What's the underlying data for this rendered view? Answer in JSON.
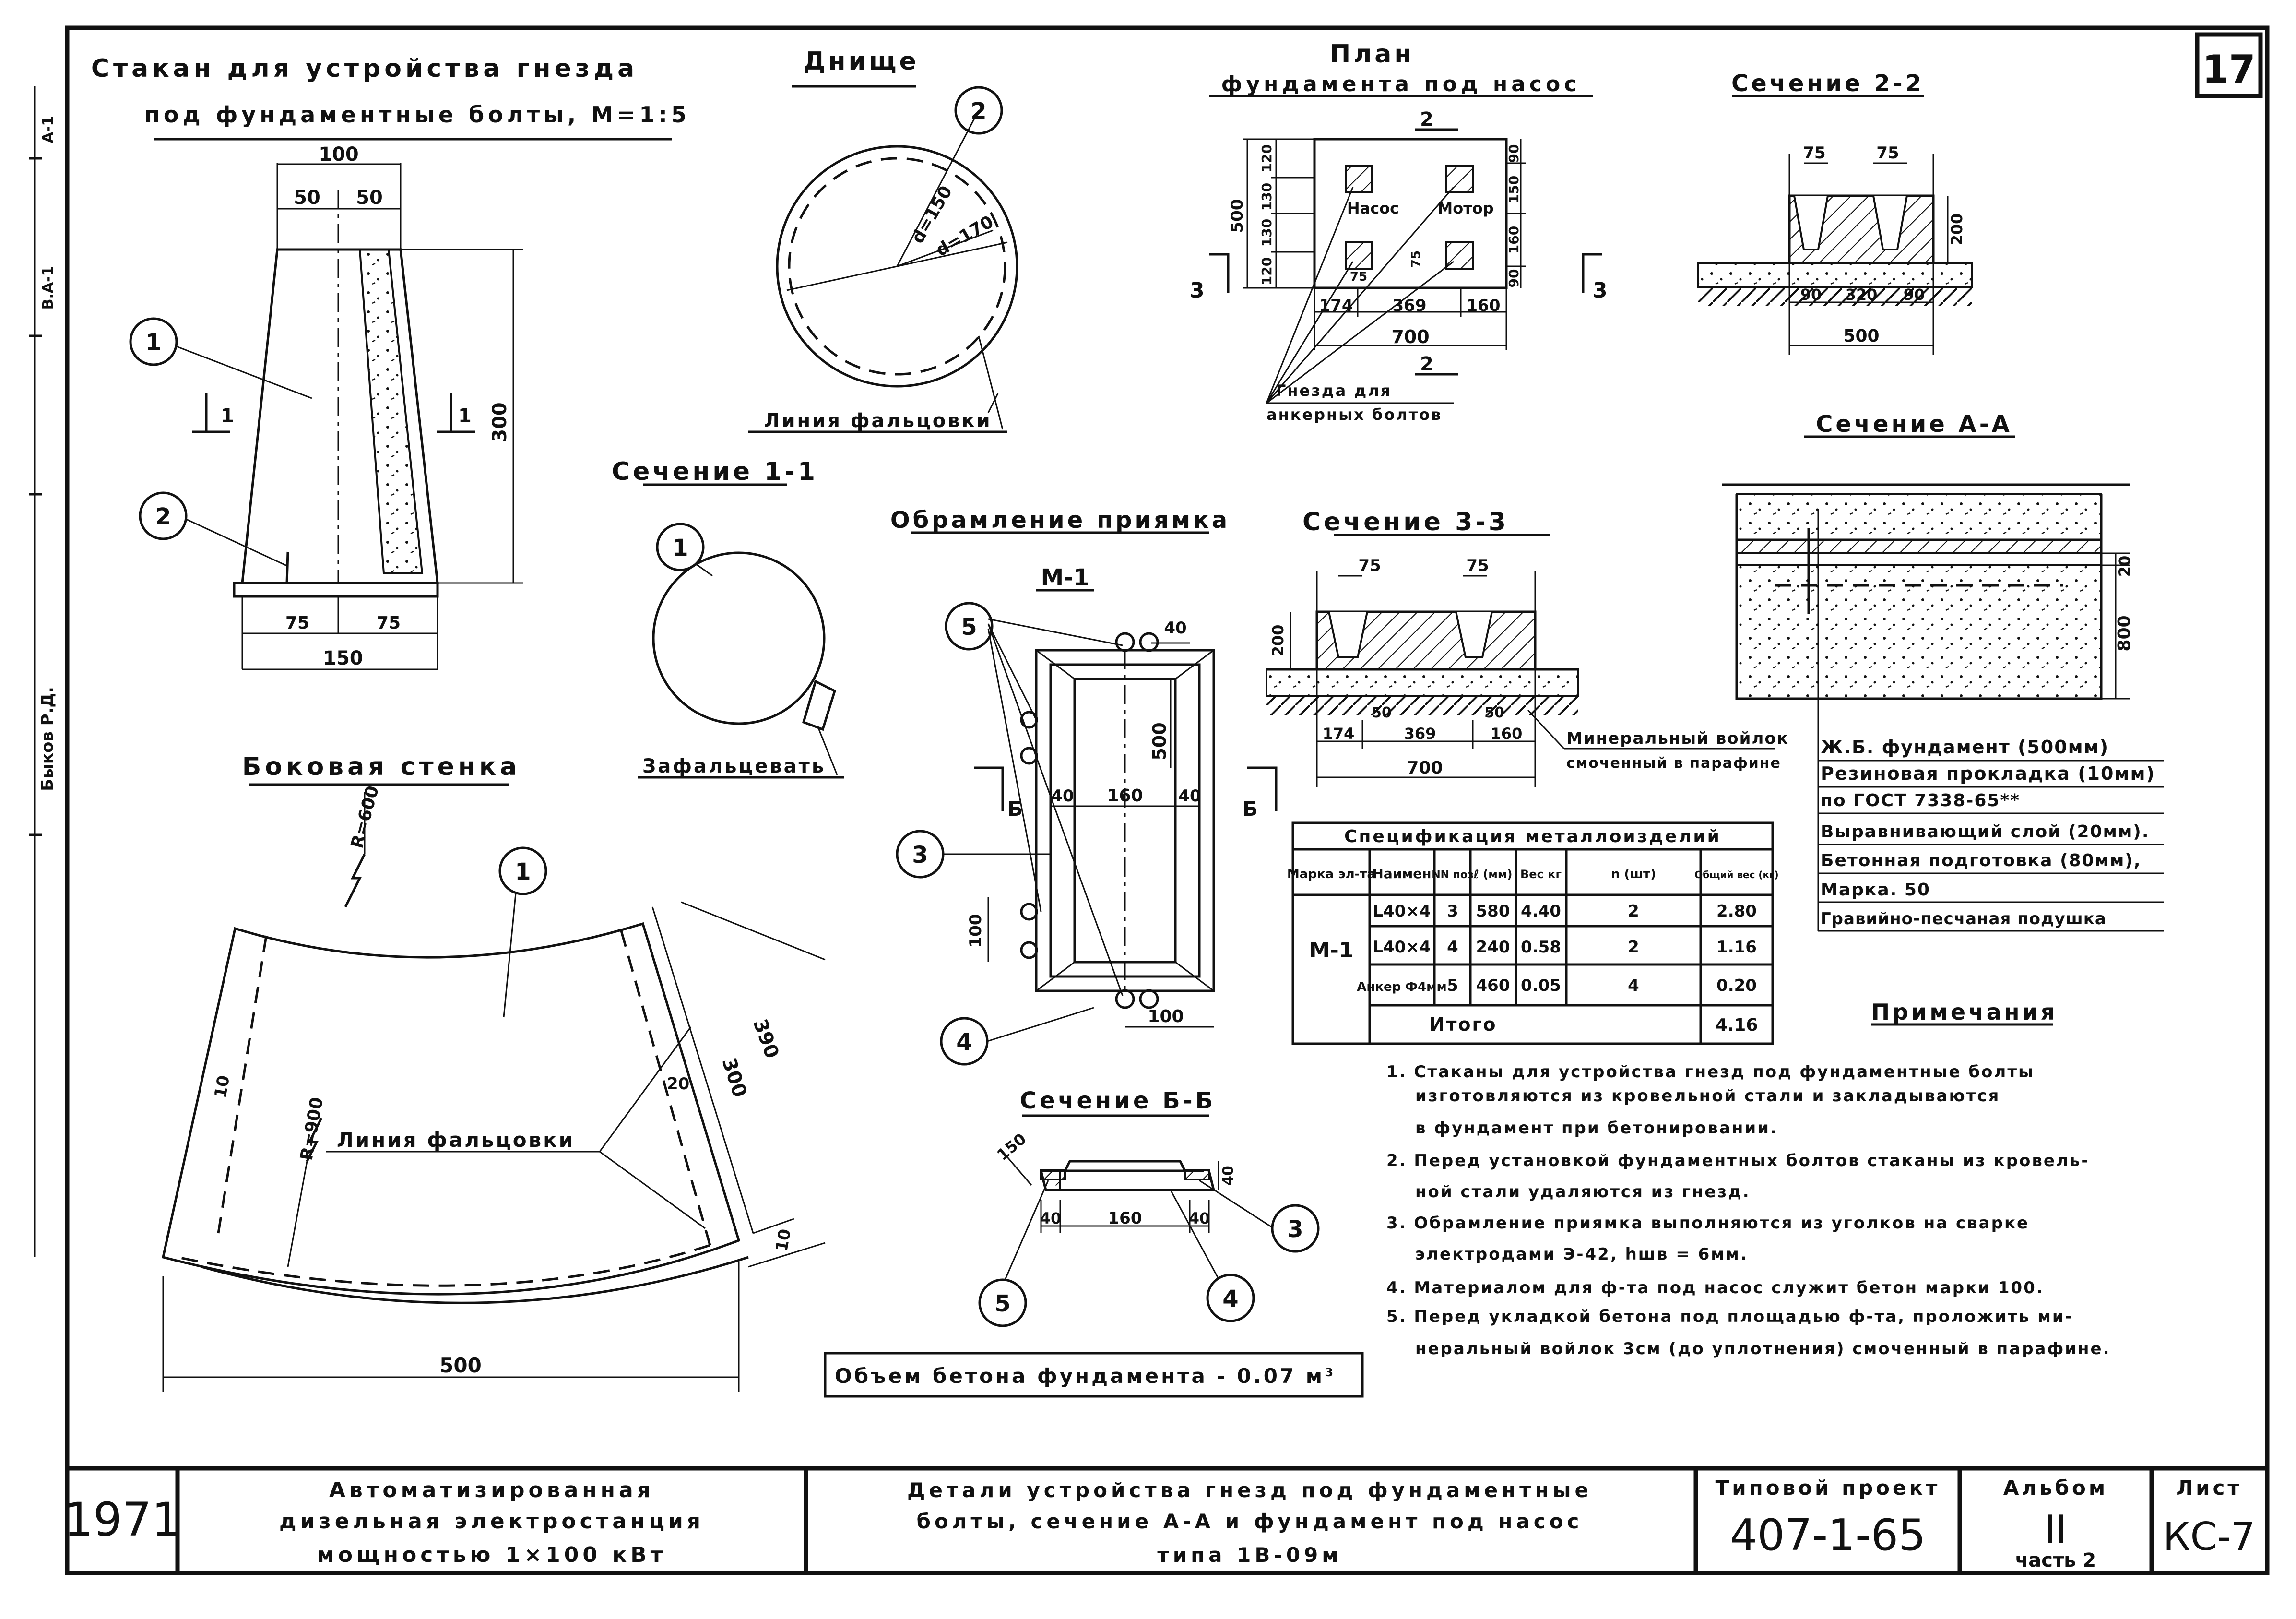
{
  "sheet_number": "17",
  "cup": {
    "title_line1": "Стакан для устройства гнезда",
    "title_line2": "под фундаментные болты, М=1:5",
    "dim_top": "100",
    "dim_half_a": "50",
    "dim_half_b": "50",
    "dim_height": "300",
    "dim_base_a": "75",
    "dim_base_b": "75",
    "dim_base": "150",
    "callout_1": "1",
    "callout_2": "2",
    "section_mark": "1"
  },
  "bottom": {
    "title": "Днище",
    "callout": "2",
    "d_inner": "d=150",
    "d_outer": "d=170",
    "fold_line": "Линия фальцовки"
  },
  "section_1_1": {
    "title": "Сечение 1-1",
    "callout": "1",
    "note": "Зафальцевать"
  },
  "plan": {
    "title_line1": "План",
    "title_line2": "фундамента под насос",
    "pump": "Насос",
    "motor": "Мотор",
    "dim_height": "500",
    "left_dims": [
      "120",
      "130",
      "130",
      "120"
    ],
    "right_dims": [
      "90",
      "150",
      "160",
      "90"
    ],
    "bottom_dims": [
      "174",
      "369",
      "160"
    ],
    "dim_total": "700",
    "inner_a": "75",
    "inner_b": "75",
    "section_2": "2",
    "section_3": "3",
    "sockets_line1": "Гнезда для",
    "sockets_line2": "анкерных болтов"
  },
  "section_2_2": {
    "title": "Сечение 2-2",
    "top_a": "75",
    "top_b": "75",
    "height": "200",
    "bottom_dims": [
      "90",
      "320",
      "90"
    ],
    "total": "500"
  },
  "section_a_a": {
    "title": "Сечение А-А",
    "dim_small": "20",
    "dim_large": "800"
  },
  "frame": {
    "title": "Обрамление приямка",
    "mark": "М-1",
    "callout_5": "5",
    "callout_3": "3",
    "callout_4": "4",
    "dim_40_top": "40",
    "dim_500": "500",
    "dim_40_l": "40",
    "dim_160": "160",
    "dim_40_r": "40",
    "dim_100_l": "100",
    "dim_100_b": "100",
    "section_b": "Б"
  },
  "section_3_3": {
    "title": "Сечение 3-3",
    "top_a": "75",
    "top_b": "75",
    "height": "200",
    "dims": [
      "174",
      "369",
      "160"
    ],
    "inner_a": "50",
    "inner_b": "50",
    "total": "700",
    "felt_line1": "Минеральный войлок",
    "felt_line2": "смоченный в парафине"
  },
  "layers": [
    "Ж.Б. фундамент (500мм)",
    "Резиновая прокладка (10мм)",
    "по ГОСТ 7338-65**",
    "Выравнивающий слой (20мм).",
    "Бетонная подготовка (80мм),",
    "Марка. 50",
    "Гравийно-песчаная подушка"
  ],
  "spec": {
    "title": "Спецификация металлоизделий",
    "headers": [
      "Марка эл-та",
      "Наимен",
      "NN поз",
      "ℓ (мм)",
      "Вес кг",
      "n (шт)",
      "Общий вес (кг)"
    ],
    "mark": "М-1",
    "rows": [
      [
        "L40×4",
        "3",
        "580",
        "4.40",
        "2",
        "2.80"
      ],
      [
        "L40×4",
        "4",
        "240",
        "0.58",
        "2",
        "1.16"
      ],
      [
        "Анкер Ф4мм",
        "5",
        "460",
        "0.05",
        "4",
        "0.20"
      ]
    ],
    "total_label": "Итого",
    "total_value": "4.16"
  },
  "side_wall": {
    "title": "Боковая стенка",
    "radius_outer": "R=600",
    "radius_inner": "R=900",
    "callout": "1",
    "fold_line": "Линия фальцовки",
    "dim_left": "10",
    "dim_right_top": "20",
    "dim_390": "390",
    "dim_300": "300",
    "dim_10": "10",
    "dim_500": "500"
  },
  "section_b_b": {
    "title": "Сечение Б-Б",
    "dim_150": "150",
    "dim_40_l": "40",
    "dim_160": "160",
    "dim_40_r": "40",
    "dim_40_v": "40",
    "callout_3": "3",
    "callout_4": "4",
    "callout_5": "5"
  },
  "concrete_volume": "Объем бетона фундамента - 0.07 м³",
  "notes": {
    "title": "Примечания",
    "items": [
      "1. Стаканы для устройства гнезд под фундаментные болты",
      "изготовляются из кровельной стали и закладываются",
      "в фундамент при бетонировании.",
      "2. Перед установкой фундаментных болтов стаканы из кровель-",
      "ной стали удаляются из гнезд.",
      "3. Обрамление приямка выполняются из уголков на сварке",
      "электродами Э-42, hшв = 6мм.",
      "4. Материалом для ф-та под насос служит бетон марки 100.",
      "5. Перед укладкой бетона под площадью ф-та, проложить ми-",
      "неральный войлок 3см (до уплотнения) смоченный в парафине."
    ]
  },
  "margin": {
    "labels": [
      "А-1",
      "В.А-1",
      "Быков Р.Д."
    ]
  },
  "title_block": {
    "year": "1971",
    "project_line1": "Автоматизированная",
    "project_line2": "дизельная электростанция",
    "project_line3": "мощностью 1×100 кВт",
    "desc_line1": "Детали устройства гнезд под фундаментные",
    "desc_line2": "болты, сечение А-А и фундамент под насос",
    "desc_line3": "типа 1В-09м",
    "typical_label": "Типовой проект",
    "typical_value": "407-1-65",
    "album_label": "Альбом",
    "album_value": "II",
    "album_part": "часть 2",
    "sheet_label": "Лист",
    "sheet_value": "КС-7"
  }
}
